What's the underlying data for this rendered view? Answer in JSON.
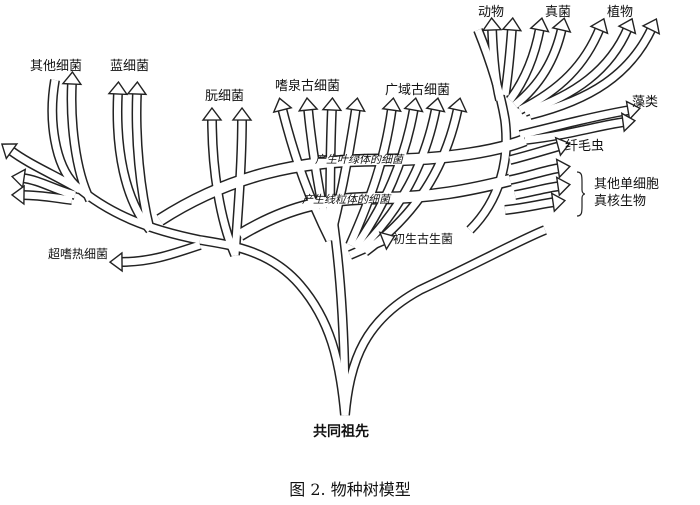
{
  "labels": {
    "other_bacteria": "其他细菌",
    "cyanobacteria": "蓝细菌",
    "urkingdom": "朊细菌",
    "thermoacid": "嗜泉古细菌",
    "euryarchaeota": "广域古细菌",
    "animals": "动物",
    "fungi": "真菌",
    "plants": "植物",
    "algae": "藻类",
    "ciliates": "纤毛虫",
    "other_unicellular": "其他单细胞",
    "eukaryotes": "真核生物",
    "hyperthermophiles": "超嗜热细菌",
    "primitive_archaea": "初生古生菌",
    "chloroplast_band": "产生叶绿体的细菌",
    "mitochondria_band": "产生线粒体的细菌",
    "common_ancestor": "共同祖先"
  },
  "caption": "图 2. 物种树模型"
}
